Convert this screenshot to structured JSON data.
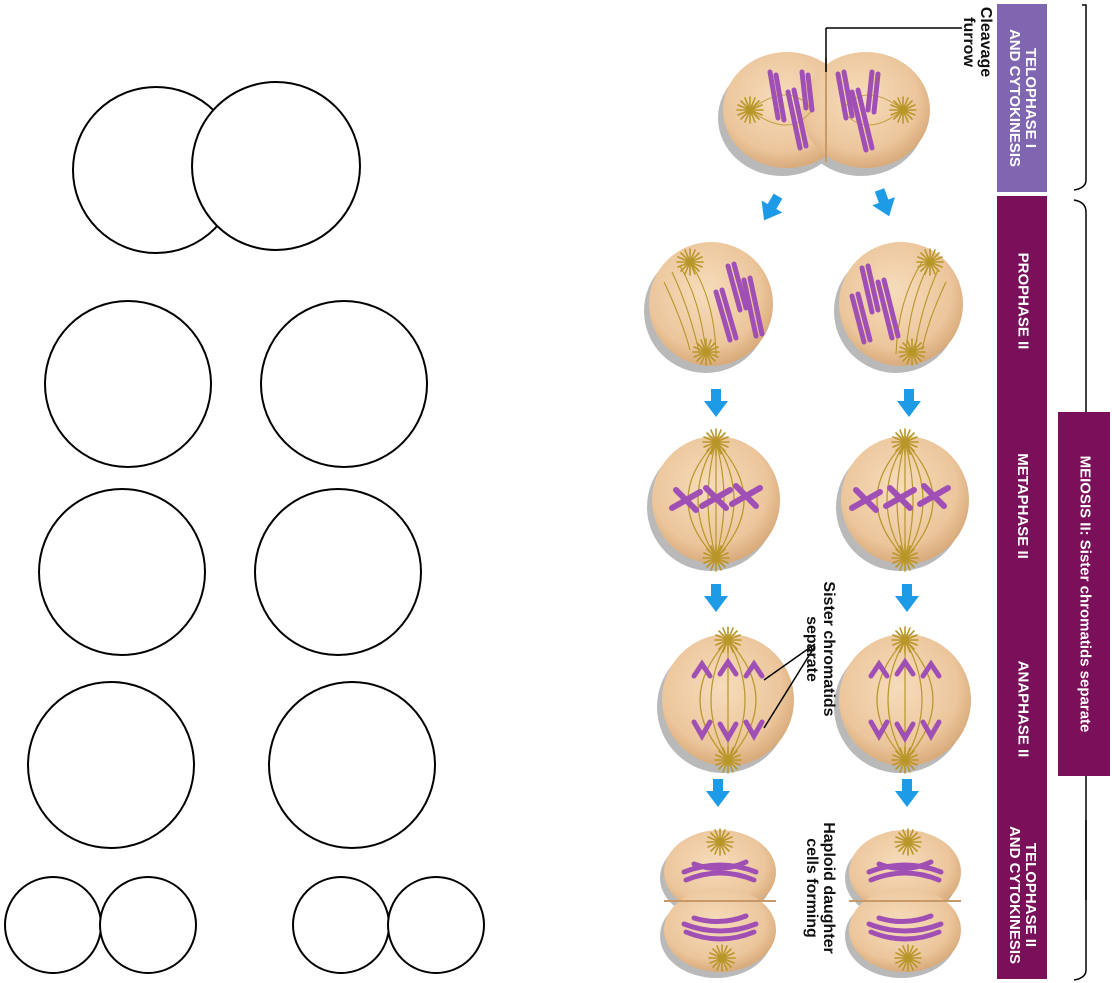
{
  "phases": {
    "telophase1": {
      "line1": "TELOPHASE I",
      "line2": "AND CYTOKINESIS"
    },
    "prophase2": "PROPHASE II",
    "metaphase2": "METAPHASE II",
    "anaphase2": "ANAPHASE II",
    "telophase2": {
      "line1": "TELOPHASE II",
      "line2": "AND CYTOKINESIS"
    }
  },
  "meiosis_title": "MEIOSIS II: Sister chromatids separate",
  "annotations": {
    "cleavage": {
      "line1": "Cleavage",
      "line2": "furrow"
    },
    "sister": {
      "line1": "Sister chromatids",
      "line2": "separate"
    },
    "haploid": {
      "line1": "Haploid daughter",
      "line2": "cells forming"
    }
  },
  "colors": {
    "telophase1_band": "#8066b0",
    "phase_band": "#7a0f5a",
    "meiosis_box": "#7a0f5a",
    "cell_fill": "#e9c39d",
    "cell_shadow": "#b9b9b9",
    "chromosome": "#a050b4",
    "spindle": "#b89628",
    "arrow": "#1e9be6"
  }
}
